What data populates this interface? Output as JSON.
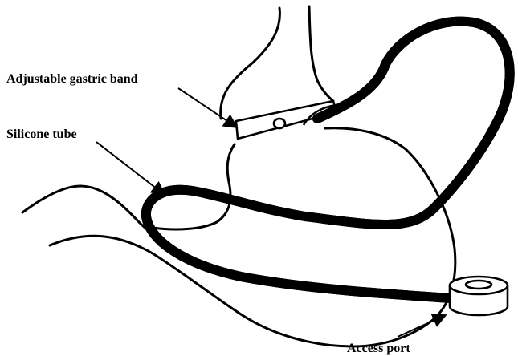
{
  "labels": {
    "band": "Adjustable gastric band",
    "tube": "Silicone tube",
    "port": "Access port"
  },
  "colors": {
    "stroke": "#000000",
    "background": "#ffffff"
  }
}
